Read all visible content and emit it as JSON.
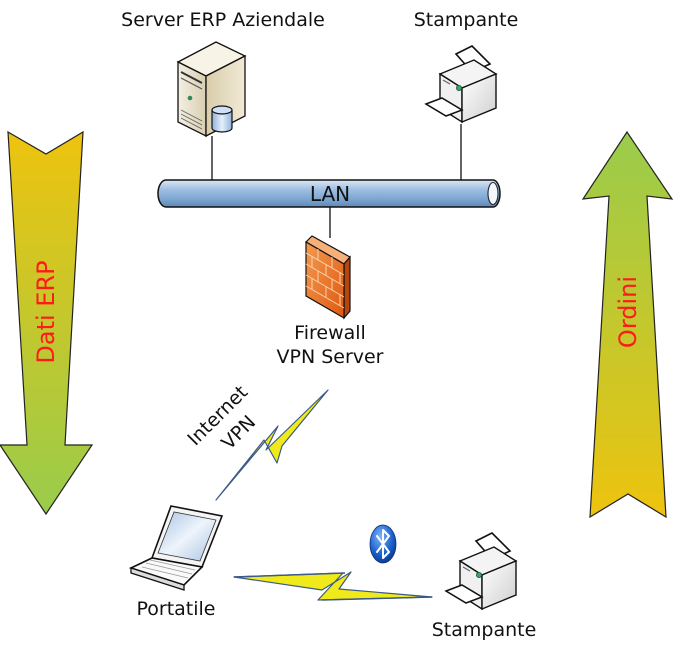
{
  "diagram": {
    "nodes": {
      "server": {
        "label": "Server ERP Aziendale",
        "icon": "server-with-database-icon"
      },
      "printer_lan": {
        "label": "Stampante",
        "icon": "printer-icon"
      },
      "lan": {
        "label": "LAN",
        "icon": "network-bus-pipe"
      },
      "firewall": {
        "label_line1": "Firewall",
        "label_line2": "VPN Server",
        "icon": "firewall-brick-wall-icon"
      },
      "laptop": {
        "label": "Portatile",
        "icon": "laptop-icon"
      },
      "printer_bt": {
        "label": "Stampante",
        "icon": "printer-icon"
      }
    },
    "links": {
      "vpn": {
        "label_line1": "Internet",
        "label_line2": "VPN",
        "icon": "lightning-bolt"
      },
      "bluetooth": {
        "icon": "bluetooth-icon"
      }
    },
    "flows": {
      "left": {
        "label": "Dati ERP",
        "direction": "down"
      },
      "right": {
        "label": "Ordini",
        "direction": "up"
      }
    },
    "colors": {
      "arrow_gold": "#eec30e",
      "arrow_green": "#99cc4c",
      "arrow_text": "#ff1a1a",
      "lan_blue": "#8fb3d9",
      "firewall_orange": "#f07a2a",
      "bolt_yellow": "#f0ea1a",
      "bolt_outline": "#3a5a8a",
      "bluetooth_blue": "#1a5fc8"
    }
  }
}
